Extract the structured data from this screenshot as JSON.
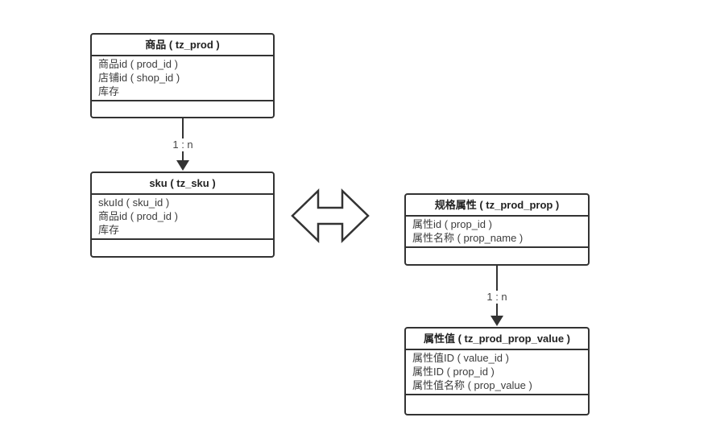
{
  "diagram": {
    "background": "#ffffff",
    "stroke_color": "#333333",
    "text_color": "#3c3c3c",
    "tables": [
      {
        "id": "tz_prod",
        "title": "商品 ( tz_prod )",
        "fields": [
          "商品id ( prod_id )",
          "店铺id ( shop_id )",
          "库存"
        ]
      },
      {
        "id": "tz_sku",
        "title": "sku ( tz_sku )",
        "fields": [
          "skuId ( sku_id )",
          "商品id ( prod_id )",
          "库存"
        ]
      },
      {
        "id": "tz_prod_prop",
        "title": "规格属性 ( tz_prod_prop )",
        "fields": [
          "属性id ( prop_id )",
          "属性名称 ( prop_name )"
        ]
      },
      {
        "id": "tz_prod_prop_value",
        "title": "属性值 ( tz_prod_prop_value )",
        "fields": [
          "属性值ID ( value_id )",
          "属性ID ( prop_id )",
          "属性值名称 ( prop_value )"
        ]
      }
    ],
    "connectors": [
      {
        "from": "tz_prod",
        "to": "tz_sku",
        "label": "1 : n"
      },
      {
        "from": "tz_prod_prop",
        "to": "tz_prod_prop_value",
        "label": "1 : n"
      }
    ],
    "shapes": [
      {
        "name": "double-arrow",
        "direction": "horizontal"
      }
    ]
  }
}
